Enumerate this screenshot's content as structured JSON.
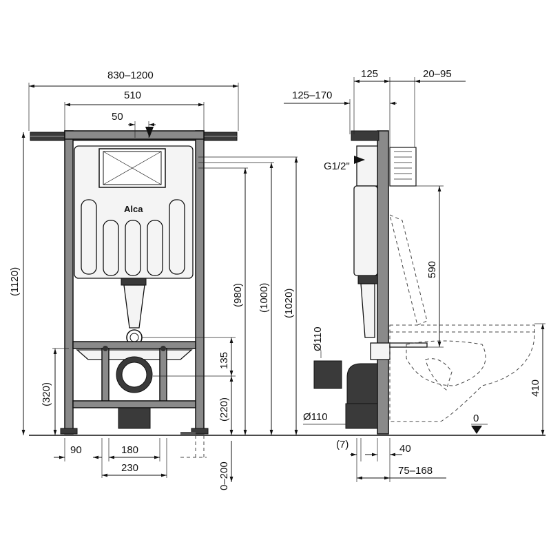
{
  "brand": "Alca",
  "front_view": {
    "width_range": "830–1200",
    "frame_width": "510",
    "offset": "50",
    "total_height": "(1120)",
    "h_980": "(980)",
    "h_1000": "(1000)",
    "h_1020": "(1020)",
    "h_320": "(320)",
    "h_135": "135",
    "h_220": "(220)",
    "adj_0_200": "0–200",
    "w_90": "90",
    "w_180": "180",
    "w_230": "230"
  },
  "side_view": {
    "d_125": "125",
    "d_20_95": "20–95",
    "d_125_170": "125–170",
    "water_inlet": "G1/2\"",
    "h_590": "590",
    "h_410": "410",
    "dia_110_top": "Ø110",
    "dia_110_bottom": "Ø110",
    "d_7": "(7)",
    "d_40": "40",
    "d_75_168": "75–168",
    "zero_level": "0"
  }
}
